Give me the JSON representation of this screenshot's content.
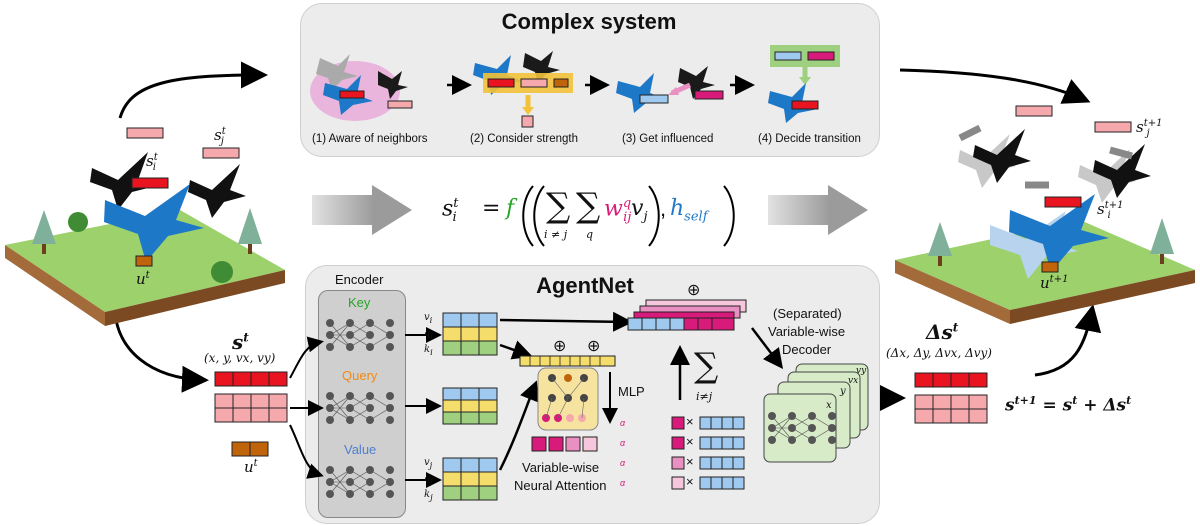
{
  "complex_system": {
    "title": "Complex system",
    "steps": [
      "(1) Aware of neighbors",
      "(2) Consider strength",
      "(3) Get influenced",
      "(4) Decide transition"
    ]
  },
  "left_scene": {
    "s_j": "s",
    "s_j_sup": "t",
    "s_j_sub": "j",
    "s_i": "s",
    "s_i_sup": "t",
    "s_i_sub": "i",
    "u": "u",
    "u_sup": "t"
  },
  "right_scene": {
    "s_j": "s",
    "s_j_sup": "t+1",
    "s_j_sub": "j",
    "s_i": "s",
    "s_i_sup": "t+1",
    "s_i_sub": "i",
    "u": "u",
    "u_sup": "t+1"
  },
  "equation": {
    "lhs": "s",
    "lhs_sup": "t",
    "lhs_sub": "i",
    "eq": "=",
    "f": "f",
    "sum1_sub": "i ≠ j",
    "sum2_sub": "q",
    "w": "w",
    "w_sup": "q",
    "w_sub": "ij",
    "v": "v",
    "v_sub": "j",
    "h": "h",
    "h_sub": "self"
  },
  "agentnet": {
    "title": "AgentNet",
    "encoder": "Encoder",
    "key": "Key",
    "query": "Query",
    "value": "Value",
    "mlp": "MLP",
    "attention_line1": "Variable-wise",
    "attention_line2": "Neural Attention",
    "sum_sub": "i≠j",
    "decoder_line1": "(Separated)",
    "decoder_line2": "Variable-wise",
    "decoder_line3": "Decoder",
    "decoder_vars": [
      "x",
      "y",
      "vx",
      "vy"
    ],
    "oplus": "⊕",
    "times": "×"
  },
  "state_in": {
    "label": "s",
    "label_sup": "t",
    "vars": "(x, y, vx, vy)",
    "u": "u",
    "u_sup": "t"
  },
  "state_out": {
    "label": "Δs",
    "label_sup": "t",
    "vars": "(Δx, Δy, Δvx, Δvy)",
    "update": "s",
    "update_sup": "t+1",
    "update_rhs1": "= s",
    "update_rhs1_sup": "t",
    "update_rhs2": "+ Δs",
    "update_rhs2_sup": "t"
  },
  "colors": {
    "red": "#e8141f",
    "pink": "#f6a9ad",
    "orange": "#c0640c",
    "blue_cell": "#9fc9ee",
    "yellow_cell": "#f5dd6b",
    "green_cell": "#9fd07f",
    "magenta": "#d81b7a",
    "key_green": "#27a327",
    "query_orange": "#f28a12",
    "value_blue": "#4d7fd0",
    "panel_gray": "#ececec"
  }
}
